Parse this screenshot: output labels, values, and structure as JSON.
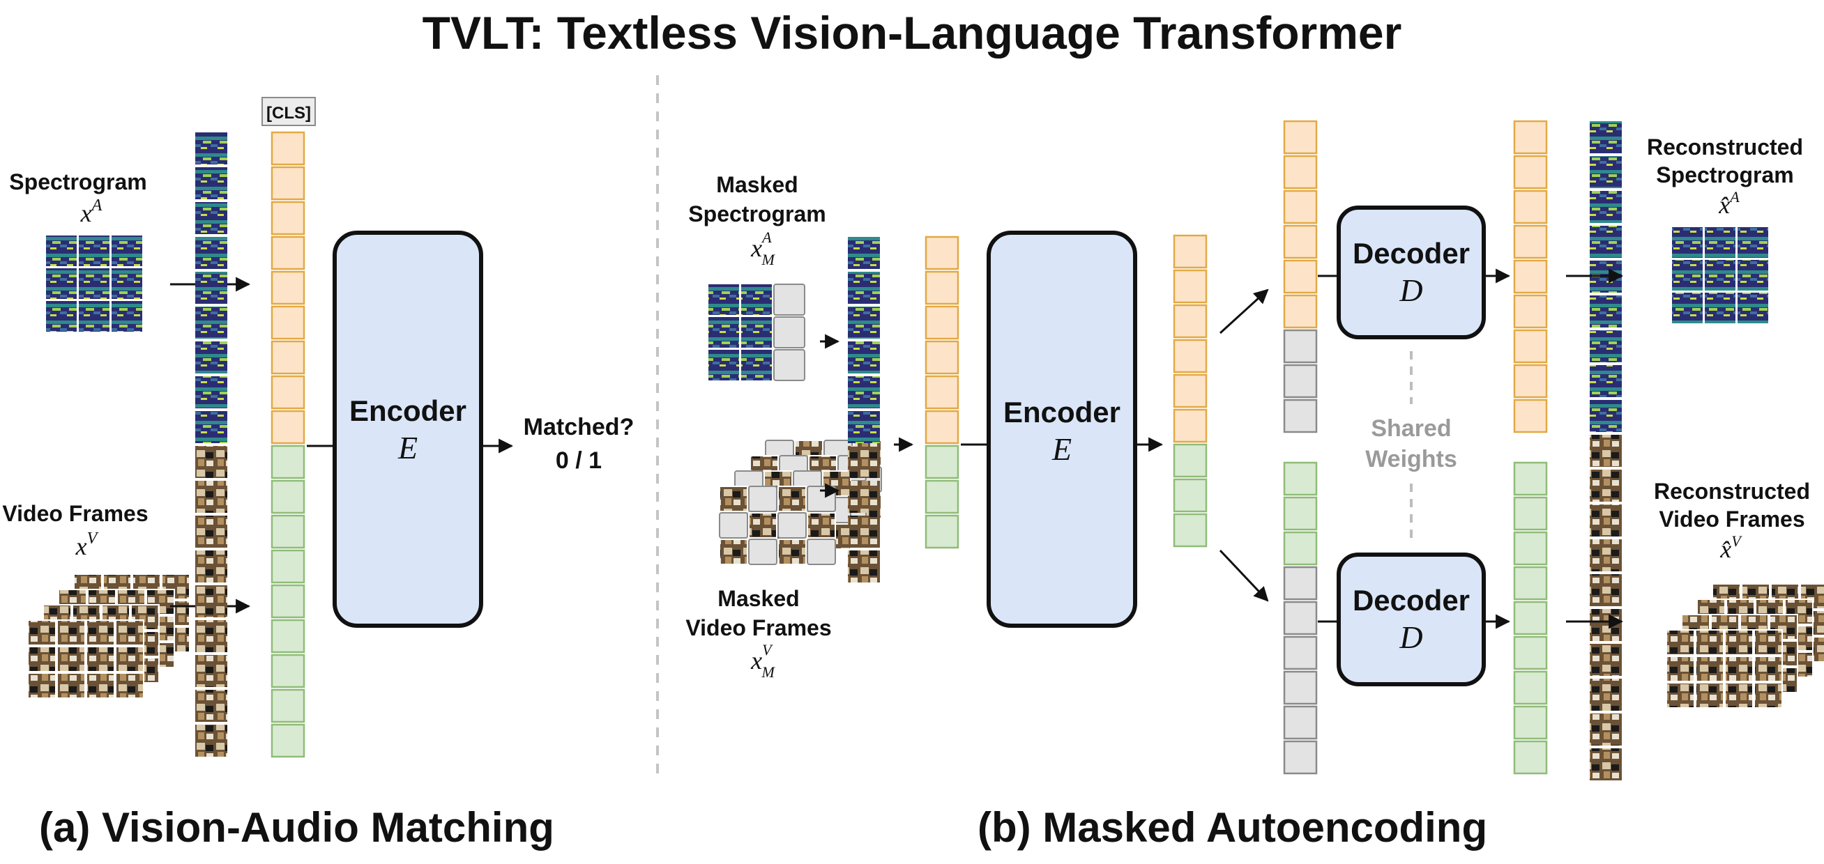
{
  "title": "TVLT: Textless Vision-Language Transformer",
  "colors": {
    "audio_fill": "#fde4c9",
    "audio_stroke": "#e2a944",
    "video_fill": "#d9ead3",
    "video_stroke": "#8fbc78",
    "gray_fill": "#e3e3e3",
    "gray_stroke": "#8a8a8a",
    "block_fill": "#dae6f8",
    "block_stroke": "#111111",
    "spec_dark": "#2e2a6e",
    "spec_mid": "#2f8a8a",
    "spec_light": "#b8d94a"
  },
  "panel_a": {
    "caption": "(a) Vision-Audio Matching",
    "cls_label": "[CLS]",
    "spectrogram": {
      "name": "Spectrogram",
      "symbol": "x",
      "sup": "A"
    },
    "video": {
      "name": "Video Frames",
      "symbol": "x",
      "sup": "V"
    },
    "encoder": {
      "name": "Encoder",
      "symbol": "E"
    },
    "output": {
      "line1": "Matched?",
      "line2": "0 / 1"
    }
  },
  "panel_b": {
    "caption": "(b) Masked Autoencoding",
    "masked_spectrogram": {
      "line1": "Masked",
      "line2": "Spectrogram",
      "symbol": "x",
      "sup": "A",
      "sub": "M"
    },
    "masked_video": {
      "line1": "Masked",
      "line2": "Video Frames",
      "symbol": "x",
      "sup": "V",
      "sub": "M"
    },
    "encoder": {
      "name": "Encoder",
      "symbol": "E"
    },
    "decoder_top": {
      "name": "Decoder",
      "symbol": "D"
    },
    "decoder_bottom": {
      "name": "Decoder",
      "symbol": "D"
    },
    "shared": {
      "line1": "Shared",
      "line2": "Weights"
    },
    "recon_spectrogram": {
      "line1": "Reconstructed",
      "line2": "Spectrogram",
      "symbol": "x̂",
      "sup": "A"
    },
    "recon_video": {
      "line1": "Reconstructed",
      "line2": "Video Frames",
      "symbol": "x̂",
      "sup": "V"
    }
  }
}
